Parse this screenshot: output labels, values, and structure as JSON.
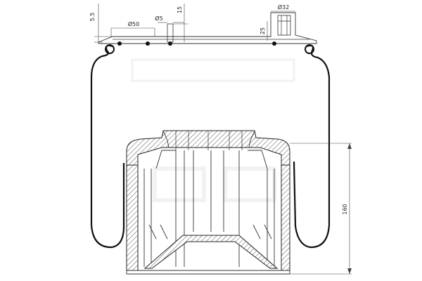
{
  "dimensions": {
    "d1": "5.5",
    "d2": "Ø50",
    "d3": "Ø5",
    "d4": "15",
    "d5": "Ø32",
    "d6": "25",
    "d7": "160"
  },
  "colors": {
    "line": "#111111",
    "hatch": "#555555",
    "watermark": "#e6e6e6"
  }
}
